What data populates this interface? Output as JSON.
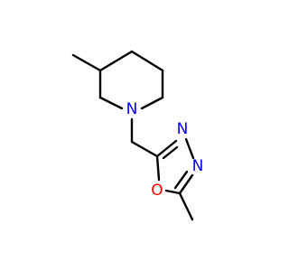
{
  "molecule": {
    "atoms": {
      "piperidine_n": {
        "symbol": "N",
        "color": "#0000ff"
      },
      "oxadiazole_n3": {
        "symbol": "N",
        "color": "#0000ff"
      },
      "oxadiazole_n4": {
        "symbol": "N",
        "color": "#0000ff"
      },
      "oxadiazole_o1": {
        "symbol": "O",
        "color": "#ff0000"
      }
    },
    "bond_color": "#000000"
  }
}
